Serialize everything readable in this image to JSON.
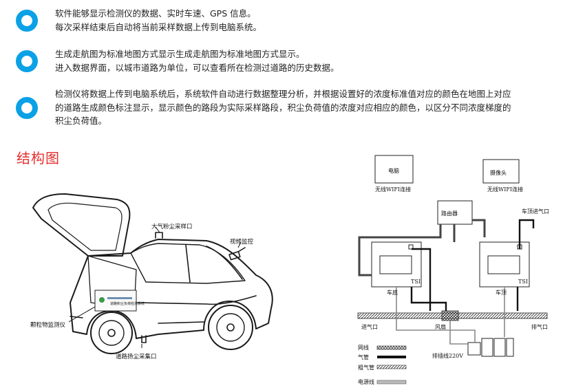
{
  "features": [
    {
      "lines": [
        "软件能够显示检测仪的数据、实时车速、GPS 信息。",
        "每次采样结束后自动将当前采样数据上传到电脑系统。"
      ]
    },
    {
      "lines": [
        "生成走航图为标准地图方式显示生成走航图为标准地图方式显示。",
        "进入数据界面，以城市道路为单位，可以查看所在检测过道路的历史数据。"
      ]
    },
    {
      "lines": [
        "检测仪将数据上传到电脑系统后，系统软件自动进行数据整理分析，并根据设置好的浓度标准值对应的颜色在地图上对应",
        "的道路生成颜色标注显示，显示颜色的路段为实际采样路段，积尘负荷值的浓度对应相应的颜色，以区分不同浓度梯度的",
        "积尘负荷值。"
      ]
    }
  ],
  "section_title": "结构图",
  "car": {
    "labels": {
      "air_sampling": "大气粉尘采样口",
      "video": "视频监控",
      "particle_monitor": "颗粒物监测仪",
      "road_sampling": "道路扬尘采集口"
    },
    "device_text": "道路积尘负荷检测系统"
  },
  "schematic": {
    "computer": "电脑",
    "computer_caption": "无线WIFI连接",
    "camera": "摄像头",
    "camera_caption": "无线WIFI连接",
    "router": "路由器",
    "roof_inlet": "车顶进气口",
    "tsi_left": "TSI",
    "tsi_right": "TSI",
    "bottom_label": "车底",
    "roof_label": "车顶",
    "inlet": "进气口",
    "fan": "风扇",
    "outlet": "排气口",
    "power_strip": "排插线220V",
    "legend": [
      {
        "name": "网线"
      },
      {
        "name": "气管"
      },
      {
        "name": "粗气管"
      },
      {
        "name": "电源线"
      }
    ]
  }
}
